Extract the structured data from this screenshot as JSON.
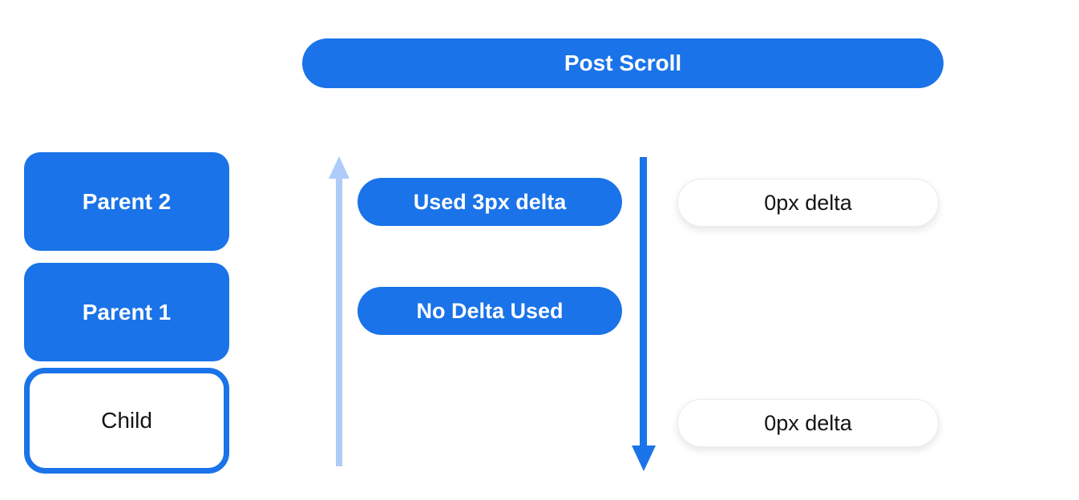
{
  "header": {
    "title": "Post Scroll"
  },
  "scroll_stack": {
    "boxes": [
      {
        "label": "Parent 2",
        "variant": "filled"
      },
      {
        "label": "Parent 1",
        "variant": "filled"
      },
      {
        "label": "Child",
        "variant": "outlined"
      }
    ]
  },
  "consumed_column": {
    "arrow_icon": "up-arrow",
    "pills": [
      {
        "label": "Used 3px delta"
      },
      {
        "label": "No Delta Used"
      }
    ]
  },
  "remaining_column": {
    "arrow_icon": "down-arrow",
    "pills": [
      {
        "label": "0px delta"
      },
      {
        "label": "0px delta"
      }
    ]
  },
  "colors": {
    "primary_blue": "#1a73e8",
    "light_blue": "#aecbfa",
    "white": "#ffffff",
    "text_black": "#141414"
  }
}
